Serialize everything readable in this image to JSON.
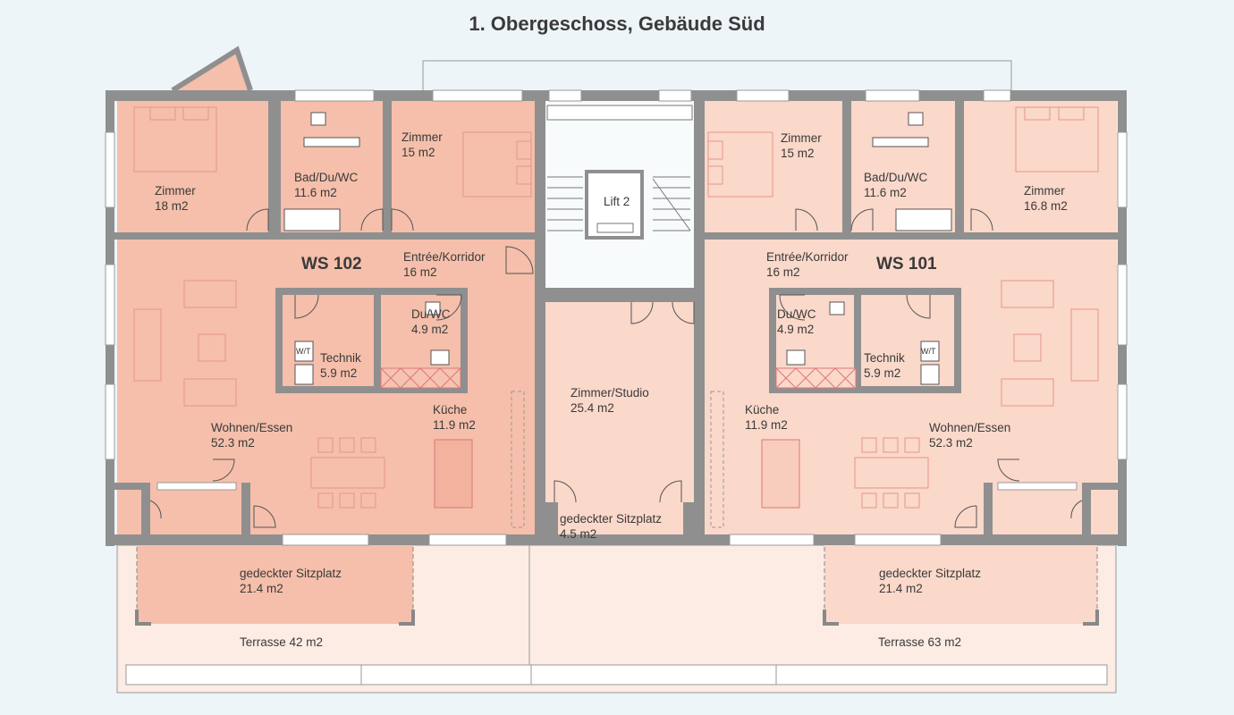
{
  "title": "1. Obergeschoss, Gebäude Süd",
  "colors": {
    "background": "#eef5f8",
    "wall": "#8f8f8f",
    "unit_dark": "#f5bfab",
    "unit_light": "#fad8ca",
    "terrace": "#fdece4",
    "stair": "#f8fbfc",
    "furniture": "#e68d86"
  },
  "units": [
    {
      "id": "ws102",
      "name": "WS 102"
    },
    {
      "id": "ws101",
      "name": "WS 101"
    }
  ],
  "lift": "Lift 2",
  "technik_icon": "W/T",
  "rooms": {
    "r102_zimmer_a": {
      "name": "Zimmer",
      "area": "18 m2"
    },
    "r102_bad": {
      "name": "Bad/Du/WC",
      "area": "11.6 m2"
    },
    "r102_zimmer_b": {
      "name": "Zimmer",
      "area": "15 m2"
    },
    "r102_entree": {
      "name": "Entrée/Korridor",
      "area": "16 m2"
    },
    "r102_du": {
      "name": "Du/WC",
      "area": "4.9 m2"
    },
    "r102_technik": {
      "name": "Technik",
      "area": "5.9 m2"
    },
    "r102_kueche": {
      "name": "Küche",
      "area": "11.9 m2"
    },
    "r102_wohnen": {
      "name": "Wohnen/Essen",
      "area": "52.3 m2"
    },
    "r102_sitz": {
      "name": "gedeckter Sitzplatz",
      "area": "21.4 m2"
    },
    "r102_terrasse": {
      "name": "Terrasse 42 m2"
    },
    "studio": {
      "name": "Zimmer/Studio",
      "area": "25.4 m2"
    },
    "studio_sitz": {
      "name": "gedeckter Sitzplatz",
      "area": "4.5 m2"
    },
    "r101_zimmer_b": {
      "name": "Zimmer",
      "area": "15 m2"
    },
    "r101_bad": {
      "name": "Bad/Du/WC",
      "area": "11.6 m2"
    },
    "r101_zimmer_a": {
      "name": "Zimmer",
      "area": "16.8 m2"
    },
    "r101_entree": {
      "name": "Entrée/Korridor",
      "area": "16 m2"
    },
    "r101_du": {
      "name": "Du/WC",
      "area": "4.9 m2"
    },
    "r101_technik": {
      "name": "Technik",
      "area": "5.9 m2"
    },
    "r101_kueche": {
      "name": "Küche",
      "area": "11.9 m2"
    },
    "r101_wohnen": {
      "name": "Wohnen/Essen",
      "area": "52.3 m2"
    },
    "r101_sitz": {
      "name": "gedeckter Sitzplatz",
      "area": "21.4 m2"
    },
    "r101_terrasse": {
      "name": "Terrasse 63 m2"
    }
  }
}
